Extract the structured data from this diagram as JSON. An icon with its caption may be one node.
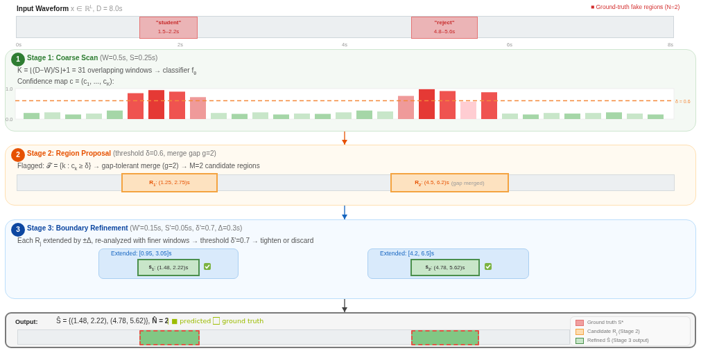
{
  "diagram": {
    "nodes": [
      {
        "text": [
          "**Input Waveform** x ∈ ℝ$^{L}$, D = 8.0s"
        ]
      },
      {
        "text": [
          "\"student\"",
          "1.5–2.2s"
        ],
        "in": 0
      },
      {
        "text": [
          "\"reject\"",
          "4.8–5.6s"
        ],
        "in": 0
      },
      {
        "text": [
          "**Stage 1: Coarse Scan** (W=0.5s, S=0.25s)",
          "K = ⌊(D−W)/S⌋+1 = 31 overlapping windows → classifier f$_{θ}$",
          "Confidence map c = (c$_{1}$, ..., c$_{K}$):"
        ]
      },
      {
        "text": [
          "1"
        ],
        "in": 3
      },
      {
        "text": [
          "**Stage 2: Region Proposal** (threshold δ=0.6, merge gap g=2)",
          "Flagged: 𝒯 = {k : c$_{k}$ ≥ δ} → gap-tolerant merge (g=2) → M=2 candidate regions"
        ]
      },
      {
        "text": [
          "2"
        ],
        "in": 5
      },
      {
        "text": [],
        "shape": "bar",
        "in": 5
      },
      {
        "text": [
          "**R$_{1}$**: (1.25, 2.75)s"
        ],
        "in": 7
      },
      {
        "text": [
          "**R$_{2}$**: (4.5, 6.2)s",
          "(gap merged)"
        ],
        "in": 7
      },
      {
        "text": [
          "**Stage 3: Boundary Refinement** (W'=0.15s, S'=0.05s, δ'=0.7, Δ=0.3s)",
          "Each R$_{j}$ extended by ±Δ, re-analyzed with finer windows → threshold δ'=0.7 → tighten or discard"
        ]
      },
      {
        "text": [
          "3"
        ],
        "in": 10
      },
      {
        "text": [
          "Extended: [0.95, 3.05]s"
        ],
        "in": 10
      },
      {
        "text": [
          "**ŝ$_{1}$**: (1.48, 2.22)s"
        ],
        "in": 12
      },
      {
        "text": [
          "Extended: [4.2, 6.5]s"
        ],
        "in": 10
      },
      {
        "text": [
          "**ŝ$_{2}$**: (4.78, 5.62)s"
        ],
        "in": 14
      },
      {
        "text": [
          "Output:",
          "Ŝ = {(1.48, 2.22), (4.78, 5.62)}, **N̂ = 2**",
          "| ■ predicted ⬜ ground truth"
        ]
      },
      {
        "text": [],
        "shape": "bar",
        "in": 16
      },
      {
        "text": [],
        "shape": "box",
        "in": 17
      },
      {
        "text": [],
        "shape": "box",
        "in": 17
      }
    ],
    "edges": [
      {
        "from": 3,
        "to": 5,
        "arrow": "to",
        "color": "#e65100"
      },
      {
        "from": 5,
        "to": 10,
        "arrow": "to",
        "color": "#1565c0"
      },
      {
        "from": 10,
        "to": 16,
        "arrow": "to",
        "color": "#424242"
      }
    ],
    "labels": [
      "■ Ground-truth fake regions (N=2)",
      "0s",
      "2s",
      "4s",
      "6s",
      "8s"
    ],
    "legend": [
      {
        "text": "Ground truth S*",
        "color": "#f0a0a0"
      },
      {
        "text": "Candidate R$_{j}$ (Stage 2)",
        "color": "#fddcb0"
      },
      {
        "text": "Refined Ŝ (Stage 3 output)",
        "color": "#c8e6c9"
      }
    ],
    "chart_data": {
      "type": "bar",
      "values": [
        0.2,
        0.22,
        0.15,
        0.18,
        0.28,
        0.85,
        0.95,
        0.9,
        0.72,
        0.2,
        0.17,
        0.22,
        0.15,
        0.18,
        0.17,
        0.22,
        0.28,
        0.25,
        0.76,
        0.98,
        0.92,
        0.57,
        0.88,
        0.18,
        0.15,
        0.2,
        0.18,
        0.2,
        0.22,
        0.18,
        0.15
      ],
      "ylim": [
        0,
        1
      ],
      "yticks": [
        {
          "value": 0,
          "label": "0.0"
        },
        {
          "value": 1,
          "label": "1.0"
        }
      ],
      "ref_lines": [
        {
          "axis": "y",
          "value": 0.6,
          "label": "δ = 0.6"
        }
      ]
    }
  }
}
